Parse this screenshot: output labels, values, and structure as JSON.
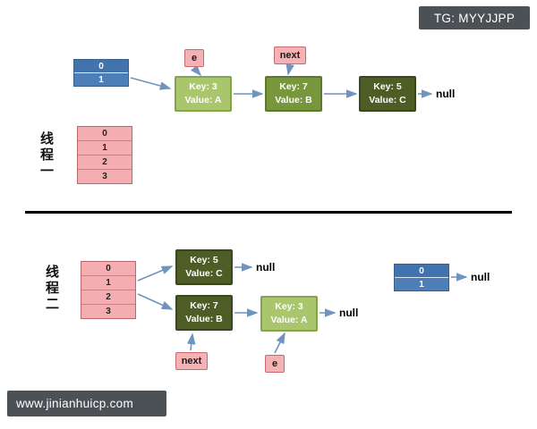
{
  "badges": {
    "top_right": "TG: MYYJJPP",
    "bottom_left": "www.jinianhuicp.com"
  },
  "colors": {
    "node_light_green": "#a9c66d",
    "node_medium_green": "#78973d",
    "node_dark_green": "#4e5d26",
    "pointer_pink": "#f5b2b5",
    "index_blue": "#4273ac",
    "bucket_pink": "#f4aeb1",
    "arrow_blue": "#6f94bd",
    "badge_gray": "#4c5156"
  },
  "thread1": {
    "label": "线程一",
    "index_box": [
      "0",
      "1"
    ],
    "pointer_e": "e",
    "pointer_next": "next",
    "nodes": [
      {
        "key": "Key: 3",
        "value": "Value: A"
      },
      {
        "key": "Key: 7",
        "value": "Value: B"
      },
      {
        "key": "Key: 5",
        "value": "Value: C"
      }
    ],
    "bucket_table": [
      "0",
      "1",
      "2",
      "3"
    ],
    "null_label": "null"
  },
  "thread2": {
    "label": "线程二",
    "bucket_table": [
      "0",
      "1",
      "2",
      "3"
    ],
    "nodes": [
      {
        "key": "Key: 5",
        "value": "Value: C"
      },
      {
        "key": "Key: 7",
        "value": "Value: B"
      },
      {
        "key": "Key: 3",
        "value": "Value: A"
      }
    ],
    "pointer_next": "next",
    "pointer_e": "e",
    "index_box": [
      "0",
      "1"
    ],
    "null_after_key5": "null",
    "null_after_key3": "null",
    "null_after_index": "null"
  }
}
